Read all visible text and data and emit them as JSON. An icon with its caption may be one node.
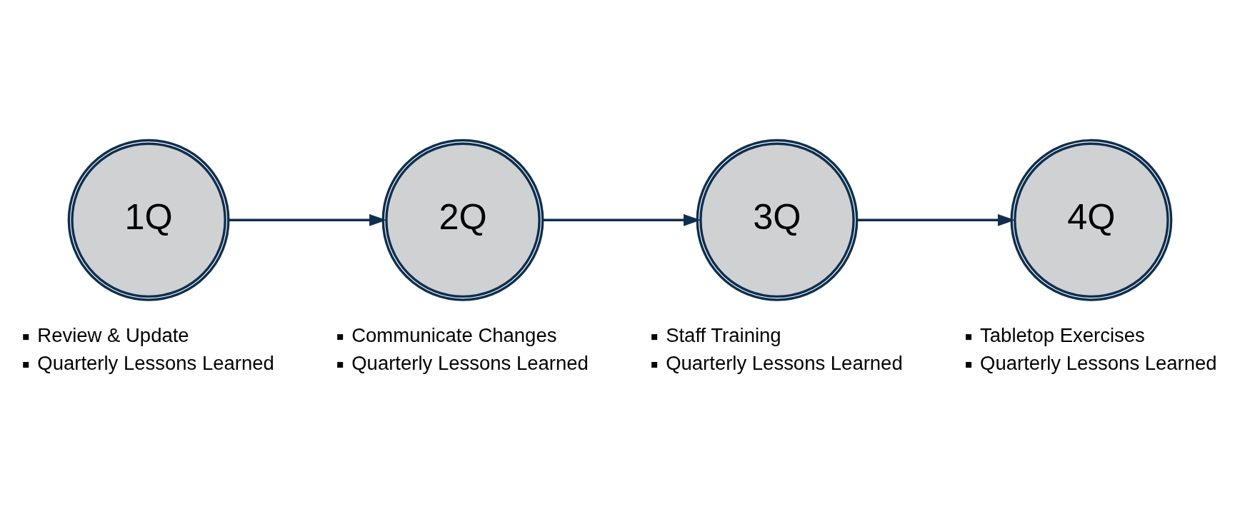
{
  "diagram": {
    "nodes": [
      {
        "text": [
          "1Q"
        ],
        "beside": [
          "Review & Update",
          "Quarterly Lessons Learned"
        ]
      },
      {
        "text": [
          "2Q"
        ],
        "beside": [
          "Communicate Changes",
          "Quarterly Lessons Learned"
        ]
      },
      {
        "text": [
          "3Q"
        ],
        "beside": [
          "Staff Training",
          "Quarterly Lessons Learned"
        ]
      },
      {
        "text": [
          "4Q"
        ],
        "beside": [
          "Tabletop Exercises",
          "Quarterly Lessons Learned"
        ]
      }
    ],
    "edges": [
      {
        "from": 0,
        "to": 1,
        "arrow": "to"
      },
      {
        "from": 1,
        "to": 2,
        "arrow": "to"
      },
      {
        "from": 2,
        "to": 3,
        "arrow": "to"
      }
    ]
  }
}
